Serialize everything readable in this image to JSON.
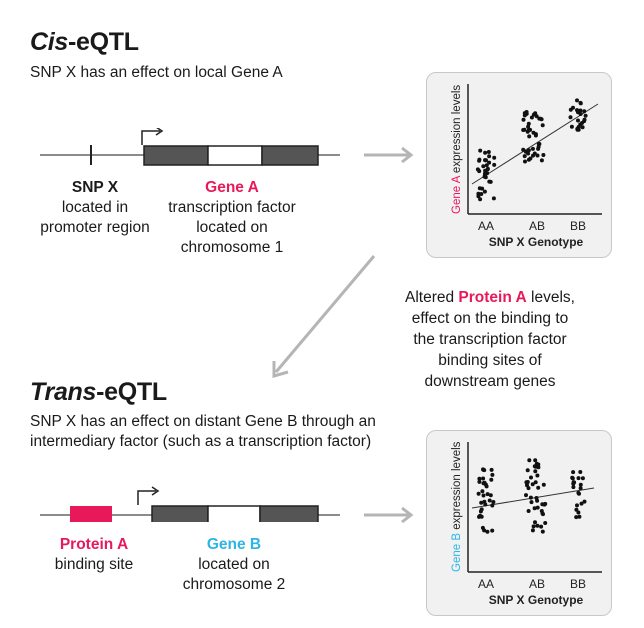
{
  "cis": {
    "title_prefix": "Cis",
    "title_suffix": "-eQTL",
    "subtitle": "SNP X has an effect on local Gene A",
    "snp_name": "SNP X",
    "snp_desc_1": "located in",
    "snp_desc_2": "promoter region",
    "gene_name": "Gene A",
    "gene_desc_1": "transcription factor",
    "gene_desc_2": "located on",
    "gene_desc_3": "chromosome 1",
    "plot": {
      "ylabel_gene": "Gene A",
      "ylabel_rest": " expression levels",
      "xlabel": "SNP X Genotype",
      "categories": [
        "AA",
        "AB",
        "BB"
      ]
    }
  },
  "middle": {
    "line1_pre": "Altered ",
    "line1_highlight": "Protein A",
    "line1_post": " levels,",
    "line2": "effect on the binding to",
    "line3": "the transcription factor",
    "line4": "binding sites of",
    "line5": "downstream genes"
  },
  "trans": {
    "title_prefix": "Trans",
    "title_suffix": "-eQTL",
    "subtitle_1": "SNP X has an effect on distant Gene B through an",
    "subtitle_2": "intermediary factor (such as a transcription factor)",
    "protein_name": "Protein A",
    "protein_desc": "binding site",
    "gene_name": "Gene B",
    "gene_desc_1": "located on",
    "gene_desc_2": "chromosome 2",
    "plot": {
      "ylabel_gene": "Gene B",
      "ylabel_rest": " expression levels",
      "xlabel": "SNP X Genotype",
      "categories": [
        "AA",
        "AB",
        "BB"
      ]
    }
  },
  "colors": {
    "pink": "#e8195a",
    "cyan": "#2cb5e6",
    "exon": "#555555",
    "arrow": "#b5b5b5"
  }
}
